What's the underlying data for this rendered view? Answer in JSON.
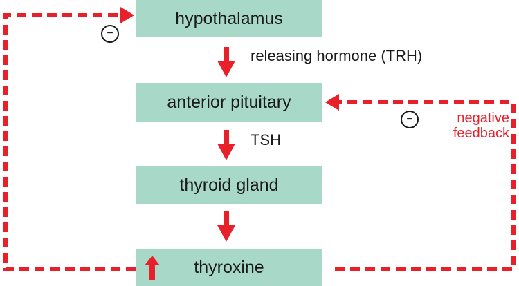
{
  "colors": {
    "box_fill": "#a8d8c8",
    "arrow_red": "#e8202a",
    "text": "#1a1a1a"
  },
  "boxes": {
    "hypothalamus": "hypothalamus",
    "anterior_pituitary": "anterior pituitary",
    "thyroid_gland": "thyroid gland",
    "thyroxine": "thyroxine"
  },
  "labels": {
    "releasing_hormone": "releasing hormone (TRH)",
    "tsh": "TSH",
    "negative_feedback": "negative\nfeedback"
  },
  "symbols": {
    "minus": "−"
  },
  "icons": {
    "down_arrow": "down-arrow-icon",
    "up_arrow": "up-arrow-icon",
    "minus_circle": "minus-circle-icon"
  }
}
